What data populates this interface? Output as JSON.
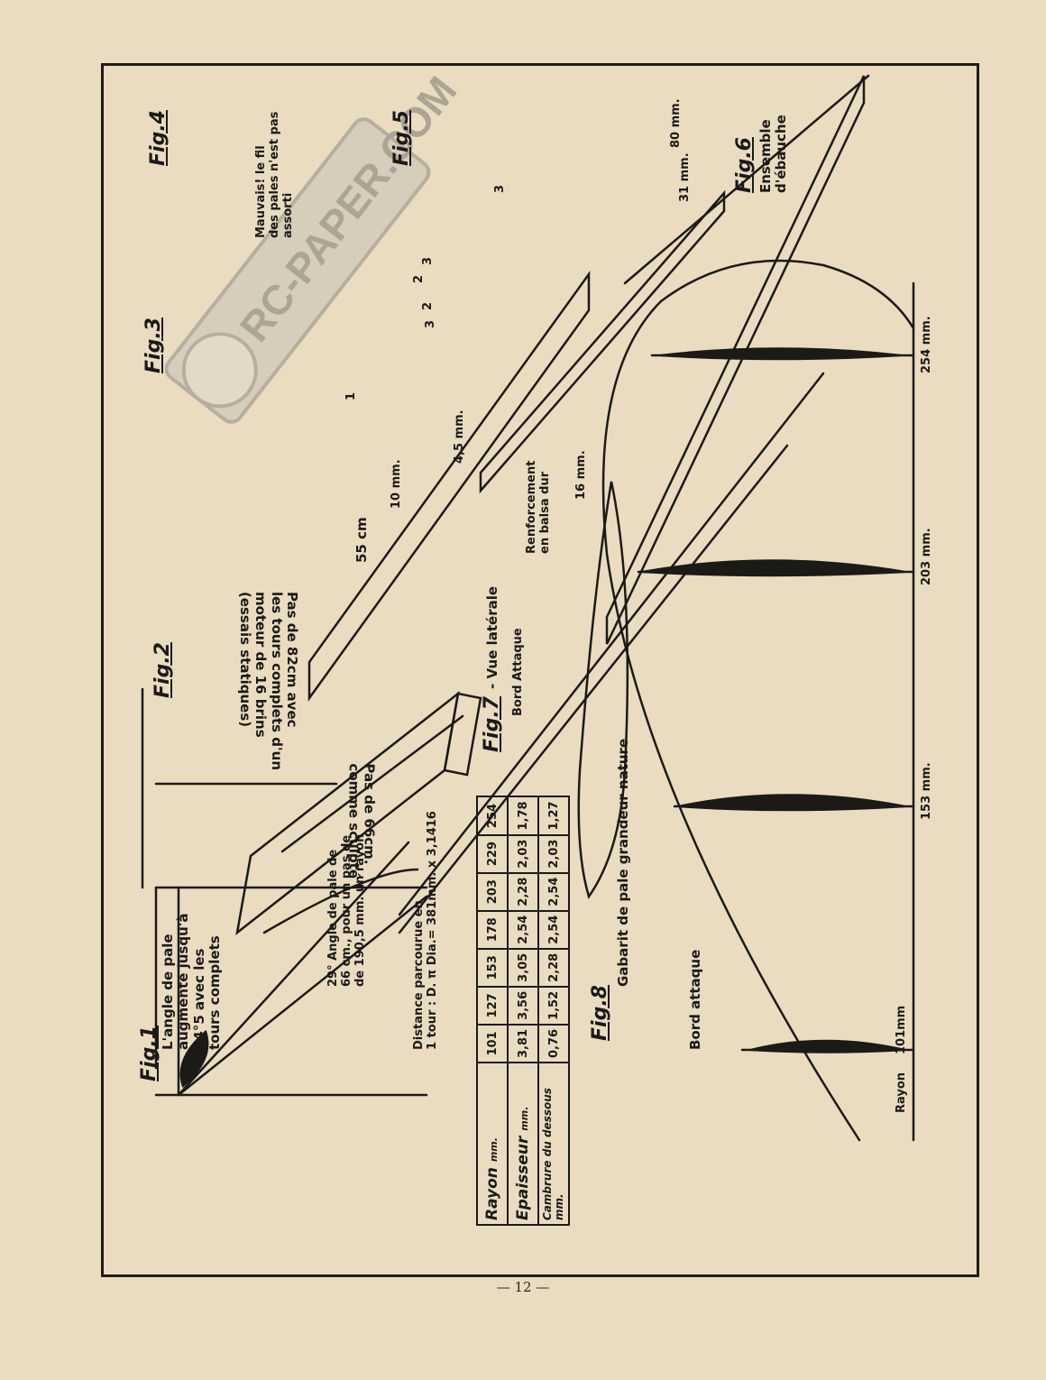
{
  "page_number": "— 12 —",
  "watermark": {
    "text": "RC-PAPER.COM"
  },
  "fig1": {
    "title": "Fig.1",
    "angle_text": [
      "L'angle de pale",
      "augmente jusqu'à",
      "34°5 avec les",
      "tours complets"
    ],
    "pitch_text": [
      "29° Angle de pale de",
      "66 cm., pour un pas de",
      "de 190,5 mm. un rayon"
    ],
    "distance_text": [
      "Distance parcourue en",
      "1 tour : D. π Dia.= 381mm. x 3,1416"
    ],
    "pitch_66": [
      "Pas de 66cm.",
      "comme sculpté"
    ],
    "pitch_82": [
      "Pas de 82cm avec",
      "les tours complets d'un",
      "moteur de 16 brins",
      "(essais statiques)"
    ]
  },
  "fig2": {
    "title": "Fig.2",
    "length": "55 cm"
  },
  "fig3": {
    "title": "Fig.3"
  },
  "fig4": {
    "title": "Fig.4",
    "note": [
      "Mauvais! le fil",
      "des pales n'est pas",
      "assorti"
    ]
  },
  "fig5": {
    "title": "Fig.5",
    "numbers": [
      "1",
      "2",
      "3",
      "3",
      "2",
      "3"
    ]
  },
  "fig6": {
    "title": "Fig.6",
    "subtitle": [
      "Ensemble",
      "d'ébauche"
    ],
    "dim_width": "80 mm.",
    "dim_thick": "31 mm.",
    "dim_45": "4,5 mm.",
    "dim_10": "10 mm.",
    "reinforce": [
      "Renforcement",
      "en balsa dur"
    ]
  },
  "fig7": {
    "title": "Fig.7",
    "subtitle": "- Vue latérale",
    "bord": "Bord Attaque",
    "dim": "16 mm."
  },
  "fig8": {
    "title": "Fig.8",
    "subtitle": "Gabarit de pale grandeur nature",
    "bord": "Bord attaque",
    "rayon": "Rayon",
    "stations": [
      "101mm",
      "153 mm.",
      "203 mm.",
      "254 mm."
    ]
  },
  "table": {
    "rows": [
      {
        "label": "Rayon",
        "unit": "mm.",
        "values": [
          "101",
          "127",
          "153",
          "178",
          "203",
          "229",
          "254"
        ]
      },
      {
        "label": "Epaisseur",
        "unit": "mm.",
        "values": [
          "3,81",
          "3,56",
          "3,05",
          "2,54",
          "2,28",
          "2,03",
          "1,78"
        ]
      },
      {
        "label": "Cambrure du dessous mm.",
        "unit": "",
        "values": [
          "0,76",
          "1,52",
          "2,28",
          "2,54",
          "2,54",
          "2,03",
          "1,27"
        ]
      }
    ]
  }
}
